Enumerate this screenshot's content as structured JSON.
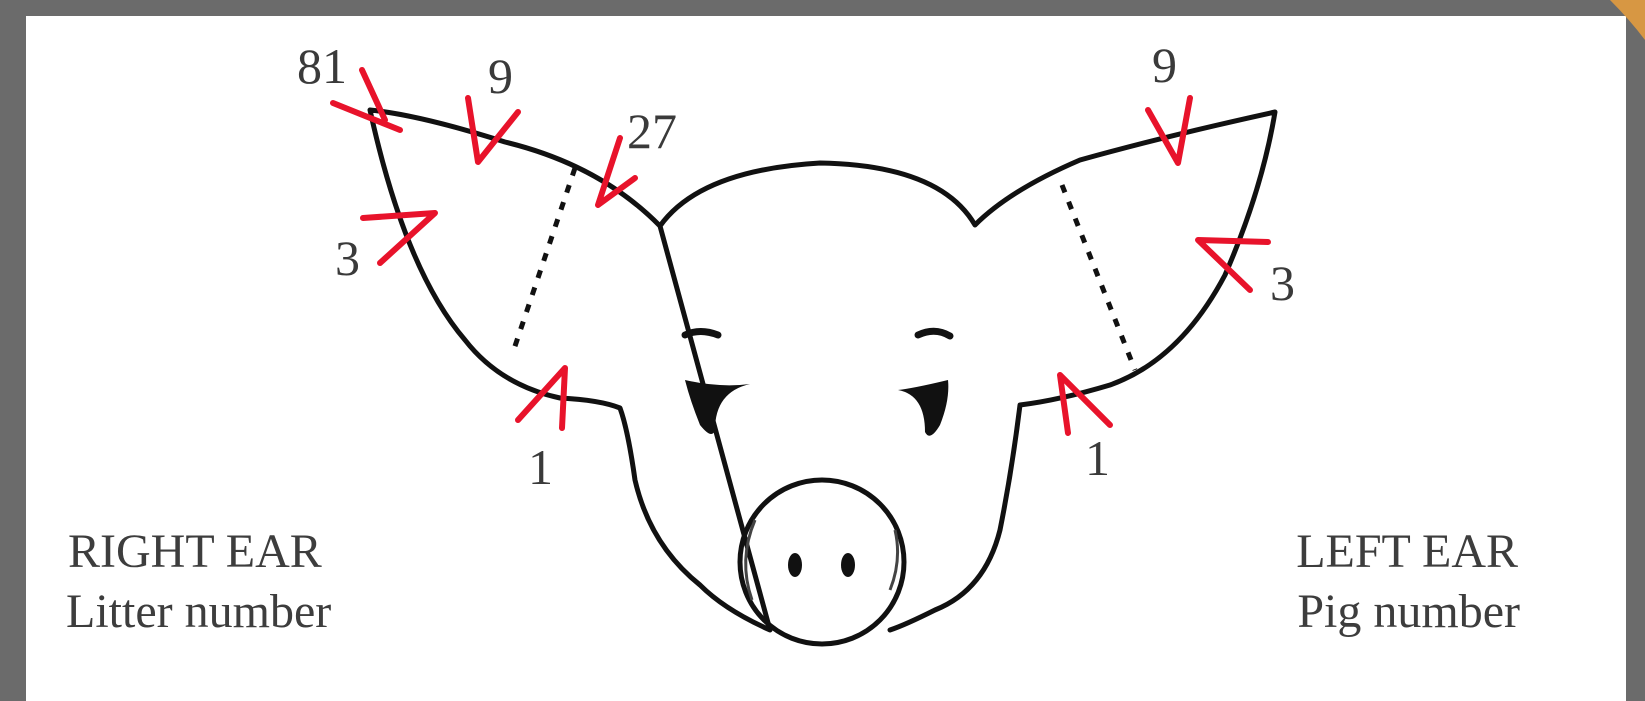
{
  "colors": {
    "frame": "#6b6b6b",
    "panel": "#ffffff",
    "notch_marks": "#e8132b",
    "outline": "#111111",
    "accent_corner": "#f2a23a"
  },
  "right_ear": {
    "notch_labels": {
      "tip": "81",
      "upper": "9",
      "inner_upper": "27",
      "outer_lower": "3",
      "base": "1"
    },
    "caption_title": "RIGHT EAR",
    "caption_subtitle": "Litter number"
  },
  "left_ear": {
    "notch_labels": {
      "upper": "9",
      "outer_lower": "3",
      "base": "1"
    },
    "caption_title": "LEFT EAR",
    "caption_subtitle": "Pig number"
  }
}
